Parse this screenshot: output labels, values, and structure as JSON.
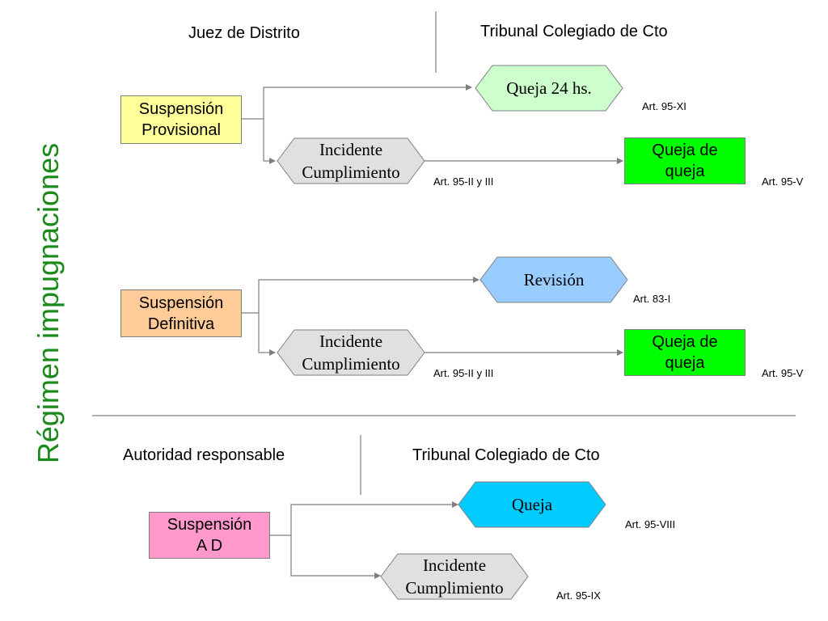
{
  "title": "Régimen impugnaciones",
  "section1": {
    "col_left": "Juez de Distrito",
    "col_right": "Tribunal Colegiado de Cto"
  },
  "section2": {
    "col_left": "Autoridad responsable",
    "col_right": "Tribunal Colegiado de Cto"
  },
  "nodes": {
    "susp_prov": [
      "Suspensión",
      "Provisional"
    ],
    "queja24": "Queja 24 hs.",
    "incidente1": [
      "Incidente",
      "Cumplimiento"
    ],
    "quejadequeja1": [
      "Queja de",
      "queja"
    ],
    "susp_def": [
      "Suspensión",
      "Definitiva"
    ],
    "revision": "Revisión",
    "incidente2": [
      "Incidente",
      "Cumplimiento"
    ],
    "quejadequeja2": [
      "Queja de",
      "queja"
    ],
    "susp_ad": [
      "Suspensión",
      "A D"
    ],
    "queja": "Queja",
    "incidente3": [
      "Incidente",
      "Cumplimiento"
    ]
  },
  "articles": {
    "a95xi": "Art. 95-XI",
    "a95iiiii_1": "Art. 95-II y III",
    "a95v_1": "Art. 95-V",
    "a83i": "Art. 83-I",
    "a95iiiii_2": "Art. 95-II y III",
    "a95v_2": "Art. 95-V",
    "a95viii": "Art. 95-VIII",
    "a95ix": "Art. 95-IX"
  },
  "colors": {
    "title": "#1a8a1a",
    "susp_prov": "#ffff99",
    "queja24": "#ccffcc",
    "incidente": "#e0e0e0",
    "quejadequeja": "#00ff00",
    "susp_def": "#ffcc99",
    "revision": "#99ccff",
    "susp_ad": "#ff99cc",
    "queja": "#00ccff"
  }
}
